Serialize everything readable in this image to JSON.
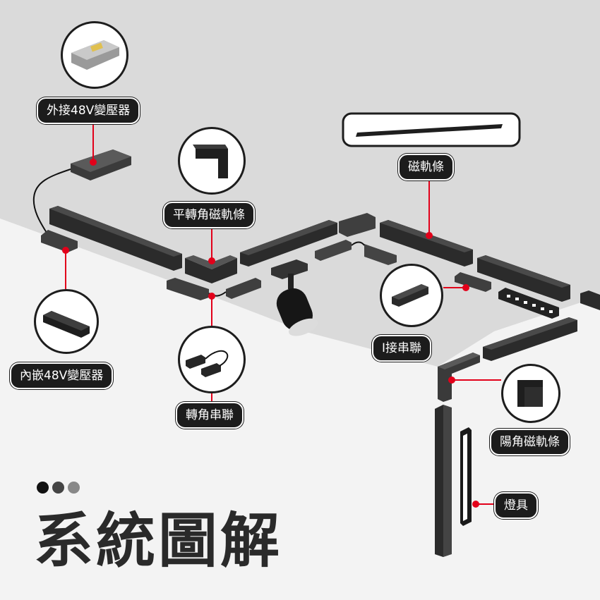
{
  "labels": {
    "external_driver": "外接48V變壓器",
    "flat_corner_rail": "平轉角磁軌條",
    "magnetic_rail": "磁軌條",
    "builtin_driver": "內嵌48V變壓器",
    "corner_connector": "轉角串聯",
    "i_connector": "I接串聯",
    "outer_corner_rail": "陽角磁軌條",
    "luminaire": "燈具"
  },
  "title": "系統圖解",
  "colors": {
    "accent": "#e2001a",
    "label_bg": "#1c1c1c",
    "rail_dark": "#2b2b2b",
    "rail_mid": "#4a4a4a",
    "ceiling": "#dadada",
    "wall": "#f3f3f3"
  },
  "dots": [
    "#111111",
    "#444444",
    "#888888"
  ]
}
